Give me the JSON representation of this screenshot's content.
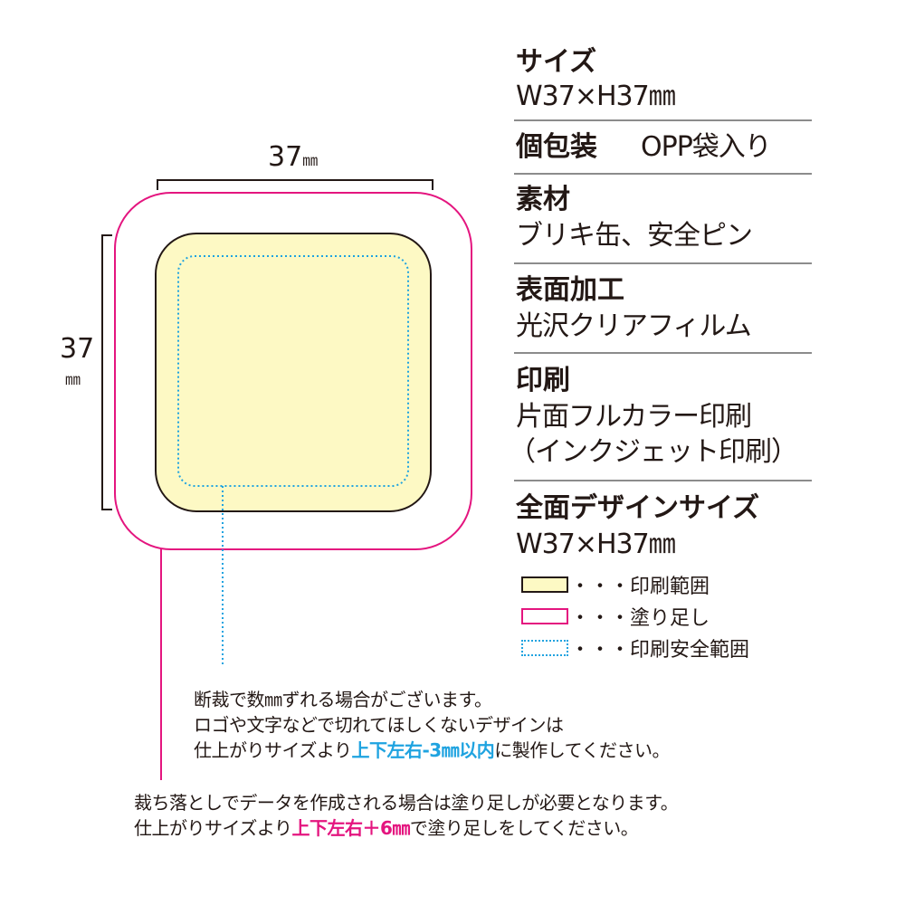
{
  "diagram": {
    "width_label": "37",
    "height_label": "37",
    "unit": "㎜"
  },
  "specs": [
    {
      "heading": "サイズ",
      "value": "W37×H37㎜"
    },
    {
      "heading": "個包装",
      "value": "OPP袋入り"
    },
    {
      "heading": "素材",
      "value": "ブリキ缶、安全ピン"
    },
    {
      "heading": "表面加工",
      "value": "光沢クリアフィルム"
    },
    {
      "heading": "印刷",
      "value": "片面フルカラー印刷",
      "value2": "（インクジェット印刷）"
    },
    {
      "heading": "全面デザインサイズ",
      "value": "W37×H37㎜"
    }
  ],
  "legend": [
    {
      "label": "・・・印刷範囲",
      "color": "#fdf9c4"
    },
    {
      "label": "・・・塗り足し",
      "color": "#e4157f"
    },
    {
      "label": "・・・印刷安全範囲",
      "color": "#1fa3e0"
    }
  ],
  "safety_note": {
    "line1": "断裁で数㎜ずれる場合がございます。",
    "line2": "ロゴや文字などで切れてほしくないデザインは",
    "line3_pre": "仕上がりサイズより",
    "line3_em": "上下左右-3㎜以内",
    "line3_post": "に製作してください。"
  },
  "bleed_note": {
    "line1": "裁ち落としでデータを作成される場合は塗り足しが必要となります。",
    "line2_pre": "仕上がりサイズより",
    "line2_em": "上下左右＋6㎜",
    "line2_post": "で塗り足しをしてください。"
  }
}
